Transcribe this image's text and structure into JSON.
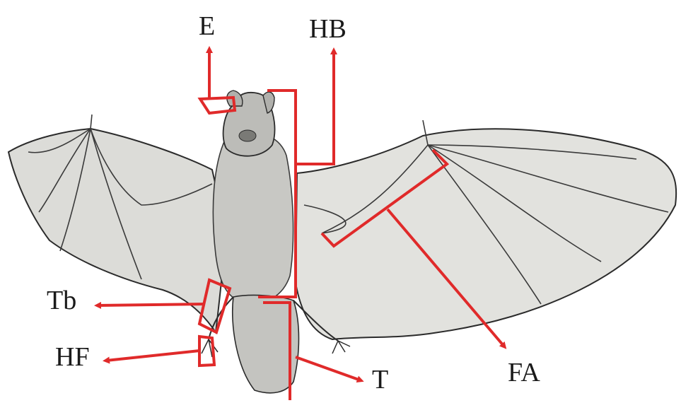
{
  "labels": {
    "ear": "E",
    "head_body": "HB",
    "tibia": "Tb",
    "hind_foot": "HF",
    "tail": "T",
    "forearm": "FA"
  },
  "colors": {
    "annotation": "#e02a2a",
    "ink": "#2b2b2b",
    "membrane": "#d9d9d6",
    "fur": "#c4c4c0",
    "background": "#ffffff"
  }
}
